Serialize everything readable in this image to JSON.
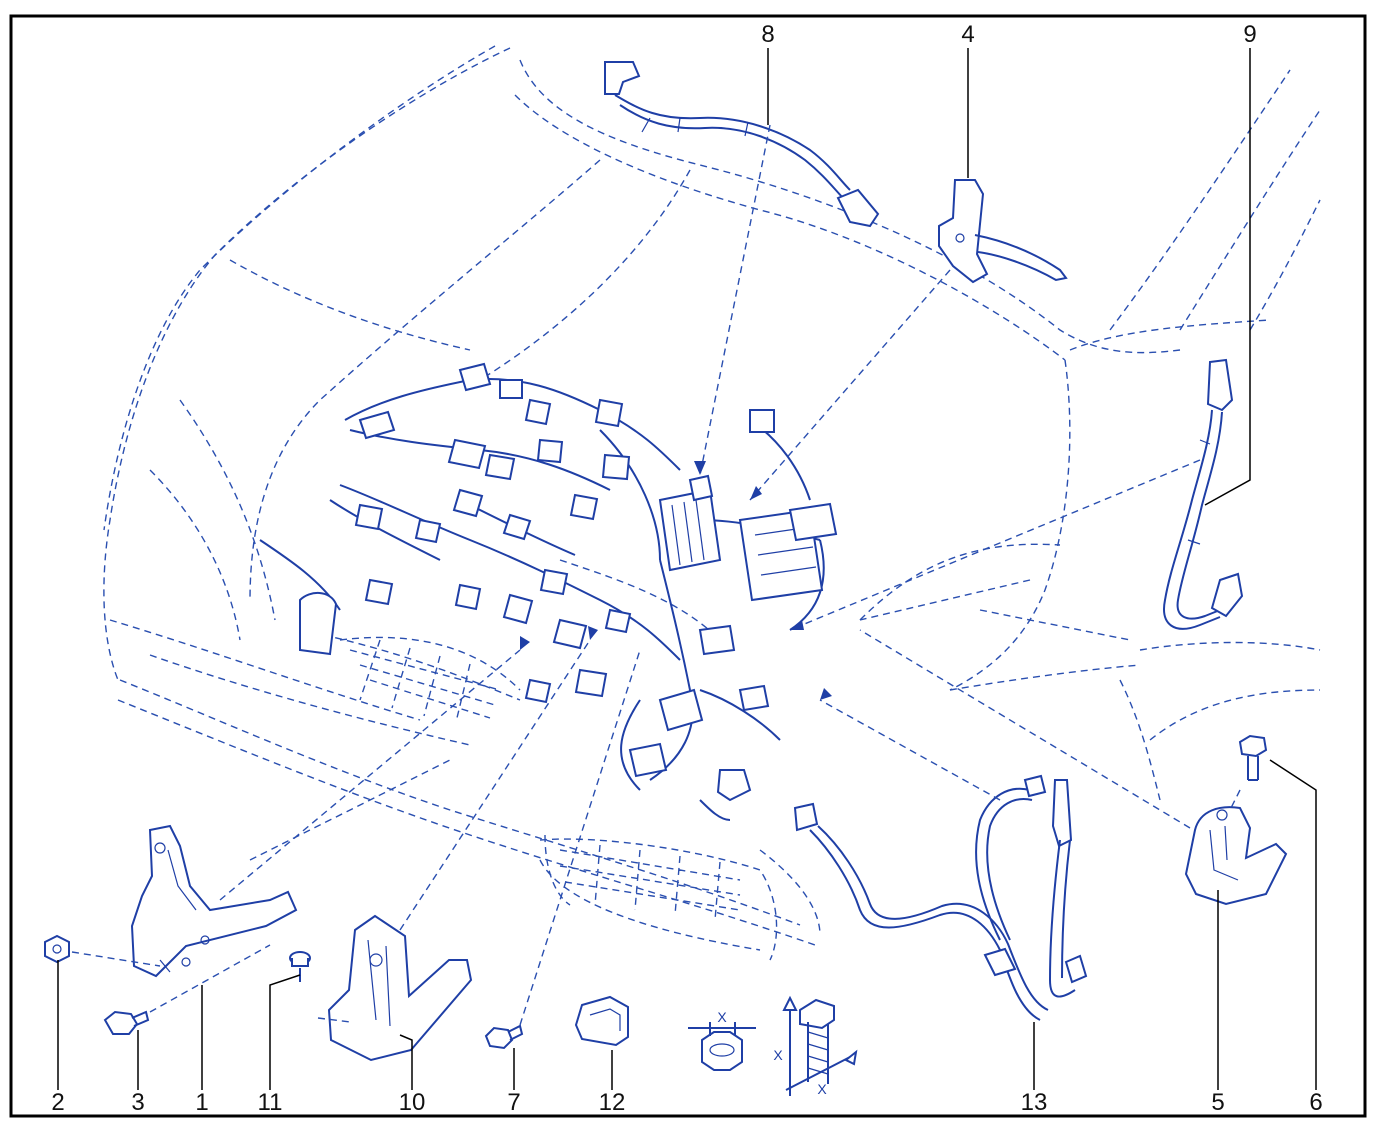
{
  "callouts": [
    "1",
    "2",
    "3",
    "4",
    "5",
    "6",
    "7",
    "8",
    "9",
    "10",
    "11",
    "12",
    "13"
  ],
  "dimension_labels": [
    "X",
    "X",
    "X"
  ],
  "colors": {
    "line": "#1f3fa6",
    "dashed": "#2a4fb0",
    "frame": "#000000",
    "background": "#ffffff"
  }
}
